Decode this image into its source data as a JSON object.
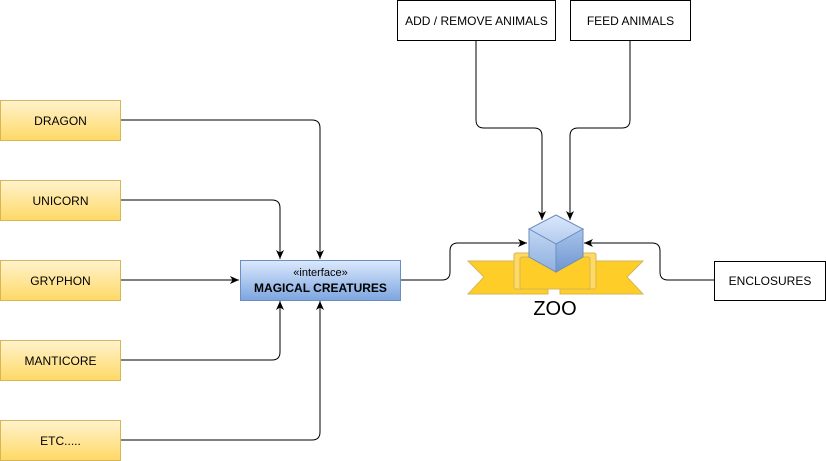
{
  "animals": [
    {
      "label": "DRAGON"
    },
    {
      "label": "UNICORN"
    },
    {
      "label": "GRYPHON"
    },
    {
      "label": "MANTICORE"
    },
    {
      "label": "ETC....."
    }
  ],
  "interface": {
    "stereotype": "«interface»",
    "name": "MAGICAL CREATURES"
  },
  "actions": {
    "add_remove": "ADD / REMOVE ANIMALS",
    "feed": "FEED ANIMALS"
  },
  "enclosures": "ENCLOSURES",
  "zoo": {
    "label": "ZOO"
  },
  "colors": {
    "animal_fill": "#ffd966",
    "animal_border": "#d6b656",
    "interface_fill": "#7ea6e0",
    "interface_border": "#6c8ebf",
    "ribbon": "#ffcd28",
    "cube": "#a9c4eb"
  }
}
